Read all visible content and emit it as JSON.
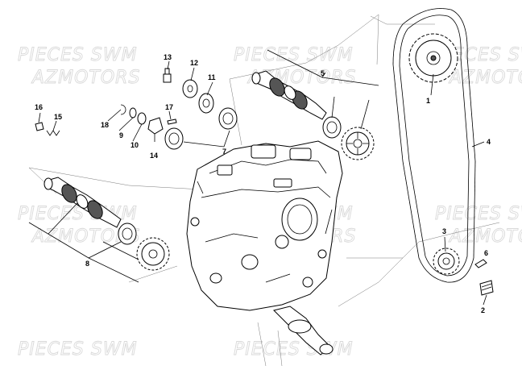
{
  "watermark": {
    "line1": "PIECES SWM",
    "line2": "AZMOTORS"
  },
  "callouts": [
    {
      "id": "1",
      "label": "1"
    },
    {
      "id": "2",
      "label": "2"
    },
    {
      "id": "3",
      "label": "3"
    },
    {
      "id": "4",
      "label": "4"
    },
    {
      "id": "5",
      "label": "5"
    },
    {
      "id": "6",
      "label": "6"
    },
    {
      "id": "7",
      "label": "7"
    },
    {
      "id": "8",
      "label": "8"
    },
    {
      "id": "9",
      "label": "9"
    },
    {
      "id": "10",
      "label": "10"
    },
    {
      "id": "11",
      "label": "11"
    },
    {
      "id": "12",
      "label": "12"
    },
    {
      "id": "13",
      "label": "13"
    },
    {
      "id": "14",
      "label": "14"
    },
    {
      "id": "15",
      "label": "15"
    },
    {
      "id": "16",
      "label": "16"
    },
    {
      "id": "17",
      "label": "17"
    },
    {
      "id": "18",
      "label": "18"
    }
  ]
}
